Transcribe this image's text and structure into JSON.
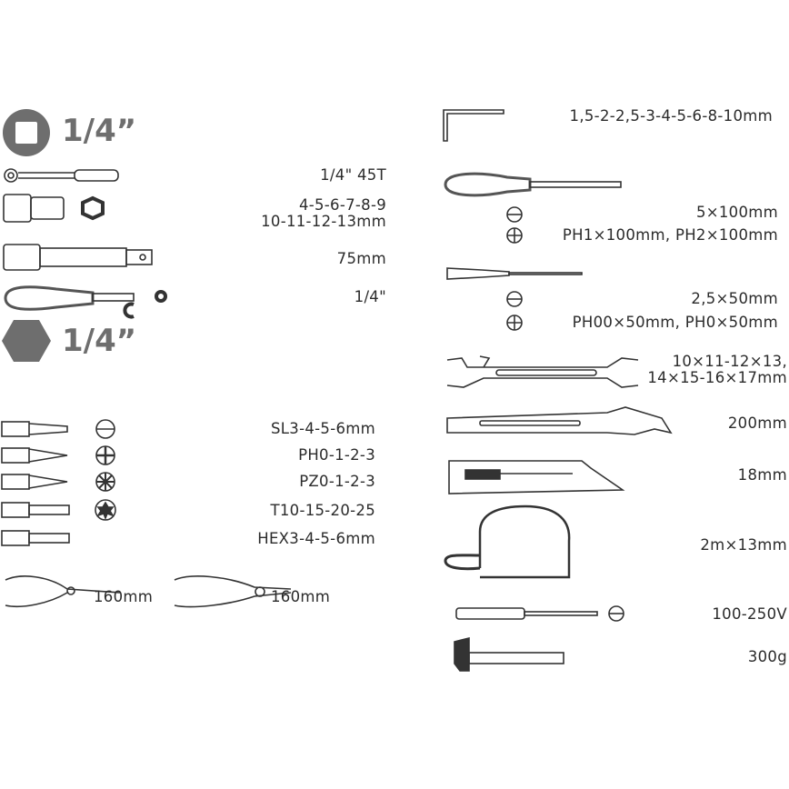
{
  "sections": {
    "socket_drive": {
      "label": "1/4”",
      "icon": "square-drive-icon"
    },
    "bit_drive": {
      "label": "1/4”",
      "icon": "hex-drive-icon"
    }
  },
  "left_items": [
    {
      "tool": "ratchet",
      "spec": "1/4\" 45T"
    },
    {
      "tool": "sockets",
      "spec_lines": [
        "4-5-6-7-8-9",
        "10-11-12-13mm"
      ]
    },
    {
      "tool": "extension-bar",
      "spec": "75mm"
    },
    {
      "tool": "bit-holder-screwdriver",
      "spec": "1/4\""
    }
  ],
  "bits": [
    {
      "icon": "slotted-icon",
      "spec": "SL3-4-5-6mm"
    },
    {
      "icon": "phillips-icon",
      "spec": "PH0-1-2-3"
    },
    {
      "icon": "pozidriv-icon",
      "spec": "PZ0-1-2-3"
    },
    {
      "icon": "torx-icon",
      "spec": "T10-15-20-25"
    },
    {
      "icon": "hex-bit-icon",
      "spec": "HEX3-4-5-6mm"
    }
  ],
  "pliers": [
    {
      "tool": "long-nose-pliers",
      "spec": "160mm"
    },
    {
      "tool": "combination-pliers",
      "spec": "160mm"
    }
  ],
  "right_items": {
    "hex_keys": "1,5-2-2,5-3-4-5-6-8-10mm",
    "screwdrivers": {
      "slotted": "5×100mm",
      "phillips": "PH1×100mm, PH2×100mm"
    },
    "precision_screwdrivers": {
      "slotted": "2,5×50mm",
      "phillips": "PH00×50mm, PH0×50mm"
    },
    "wrenches": [
      "10×11-12×13,",
      "14×15-16×17mm"
    ],
    "adjustable_wrench": "200mm",
    "utility_knife": "18mm",
    "tape_measure": "2m×13mm",
    "voltage_tester": "100-250V",
    "hammer": "300g"
  }
}
